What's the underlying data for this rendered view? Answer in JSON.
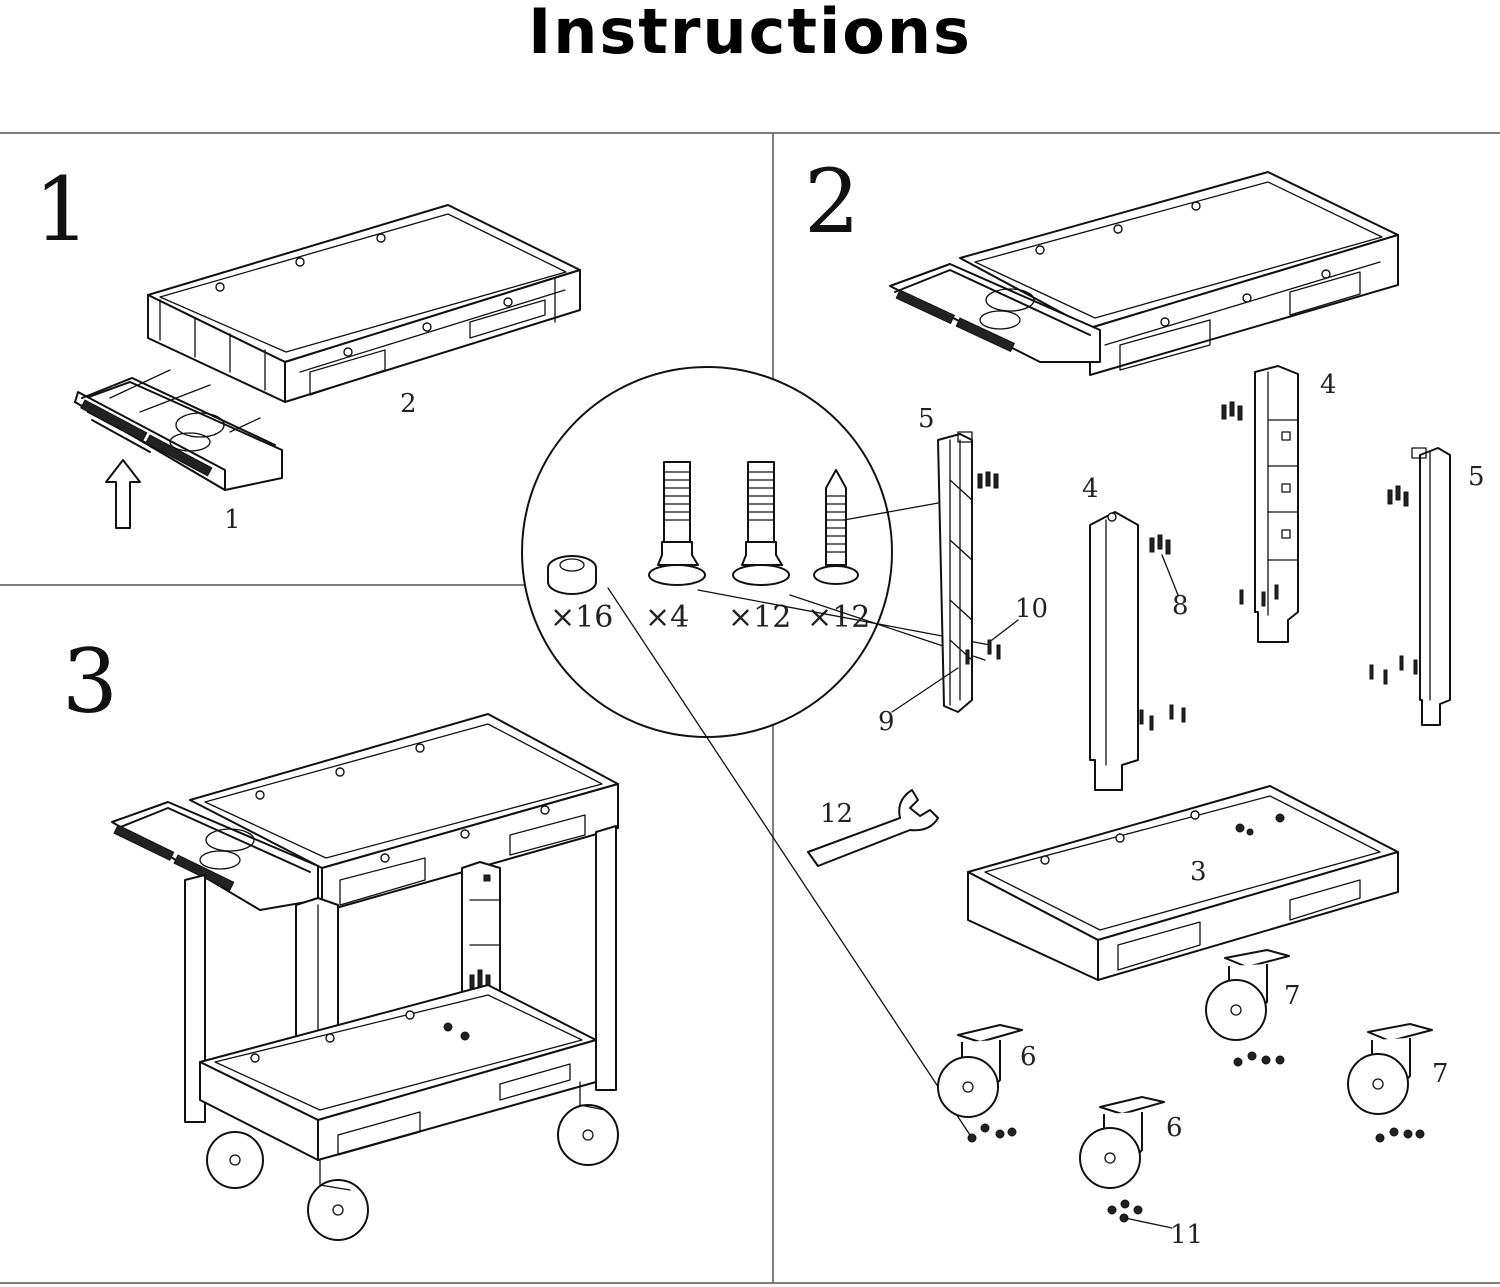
{
  "title": "Instructions",
  "steps": {
    "step1": {
      "number": "1",
      "parts": {
        "tray_small": "1",
        "tray_large": "2"
      }
    },
    "step2": {
      "number": "2",
      "parts": {
        "leg_front": "4",
        "leg_rear": "4",
        "side_left": "5",
        "side_right": "5",
        "bottom_tray": "3",
        "caster_a": "6",
        "caster_b": "6",
        "caster_c": "7",
        "caster_d": "7",
        "bolt_a": "8",
        "bolt_b": "9",
        "bolt_c": "10",
        "nuts": "11",
        "wrench": "12"
      }
    },
    "step3": {
      "number": "3"
    }
  },
  "hardware": [
    {
      "id": "nut",
      "quantity": "×16"
    },
    {
      "id": "bolt-long",
      "quantity": "×4"
    },
    {
      "id": "bolt-medium",
      "quantity": "×12"
    },
    {
      "id": "screw-pointed",
      "quantity": "×12"
    }
  ],
  "colors": {
    "line": "#111111",
    "background": "#ffffff",
    "frame": "#555555"
  }
}
